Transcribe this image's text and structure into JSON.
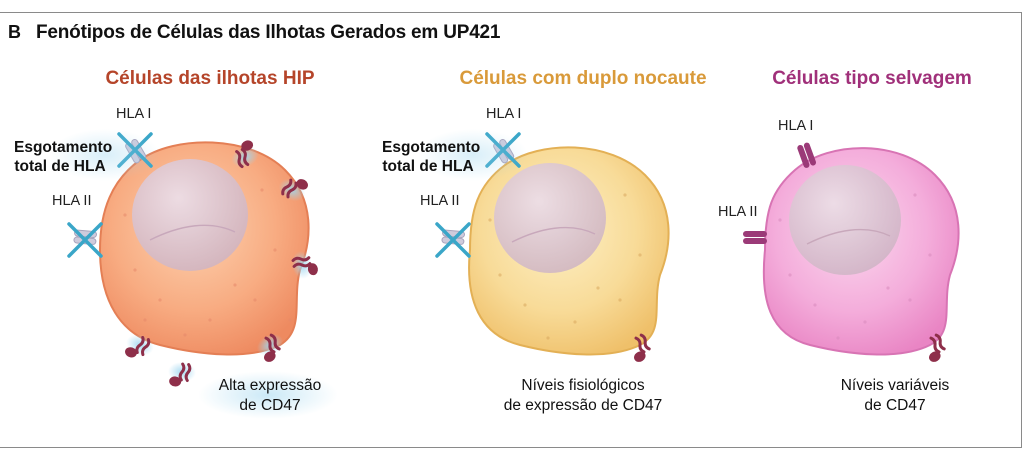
{
  "panel": {
    "letter": "B",
    "title": "Fenótipos de Células das Ilhotas Gerados em UP421"
  },
  "cells": [
    {
      "title": "Células das ilhotas HIP",
      "title_color": "#b5452a",
      "hla1_label": "HLA I",
      "hla2_label": "HLA II",
      "depletion_label_line1": "Esgotamento",
      "depletion_label_line2": "total de HLA",
      "caption_line1": "Alta expressão",
      "caption_line2": "de CD47"
    },
    {
      "title": "Células com duplo nocaute",
      "title_color": "#d99a3a",
      "hla1_label": "HLA I",
      "hla2_label": "HLA II",
      "depletion_label_line1": "Esgotamento",
      "depletion_label_line2": "total de HLA",
      "caption_line1": "Níveis fisiológicos",
      "caption_line2": "de expressão de CD47"
    },
    {
      "title": "Células tipo selvagem",
      "title_color": "#a0307a",
      "hla1_label": "HLA I",
      "hla2_label": "HLA II",
      "caption_line1": "Níveis variáveis",
      "caption_line2": "de CD47"
    }
  ],
  "colors": {
    "hip_cell": "#f7a77e",
    "dko_cell": "#f6d58e",
    "wt_cell": "#f2a5d3",
    "cd47_marker": "#8e2f4a",
    "depletion_mark": "#3aa6c8",
    "hla_wt": "#9b3a78",
    "hla_depleted": "#c8c4d6"
  }
}
